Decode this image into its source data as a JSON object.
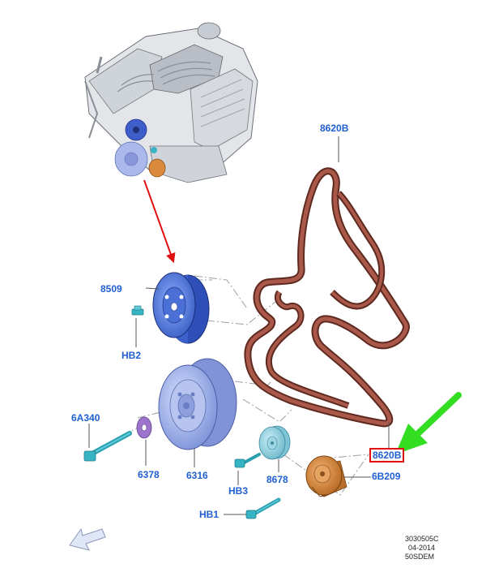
{
  "colors": {
    "label": "#1f5fd0",
    "belt": "#9a4a3c",
    "belt_dark": "#5e2a20",
    "pulley_blue": "#5b82dc",
    "damper_blue": "#a9b9ec",
    "tensioner_orange": "#d98a3c",
    "bolt_teal": "#36b4c4",
    "washer_purple": "#a37ad0",
    "red_arrow": "#e01010",
    "green_arrow": "#33dd22"
  },
  "parts": {
    "belt": "8620B",
    "water_pump_pulley": "8509",
    "bolt_hb2": "HB2",
    "bolt_6a340": "6A340",
    "washer": "6378",
    "damper": "6316",
    "idler_pulley": "8678",
    "bolt_hb3": "HB3",
    "tensioner": "6B209",
    "bolt_hb1": "HB1",
    "highlighted": "8620B"
  },
  "ref": {
    "code": "3030505C",
    "date": "04-2014",
    "model": "50SDEM"
  }
}
